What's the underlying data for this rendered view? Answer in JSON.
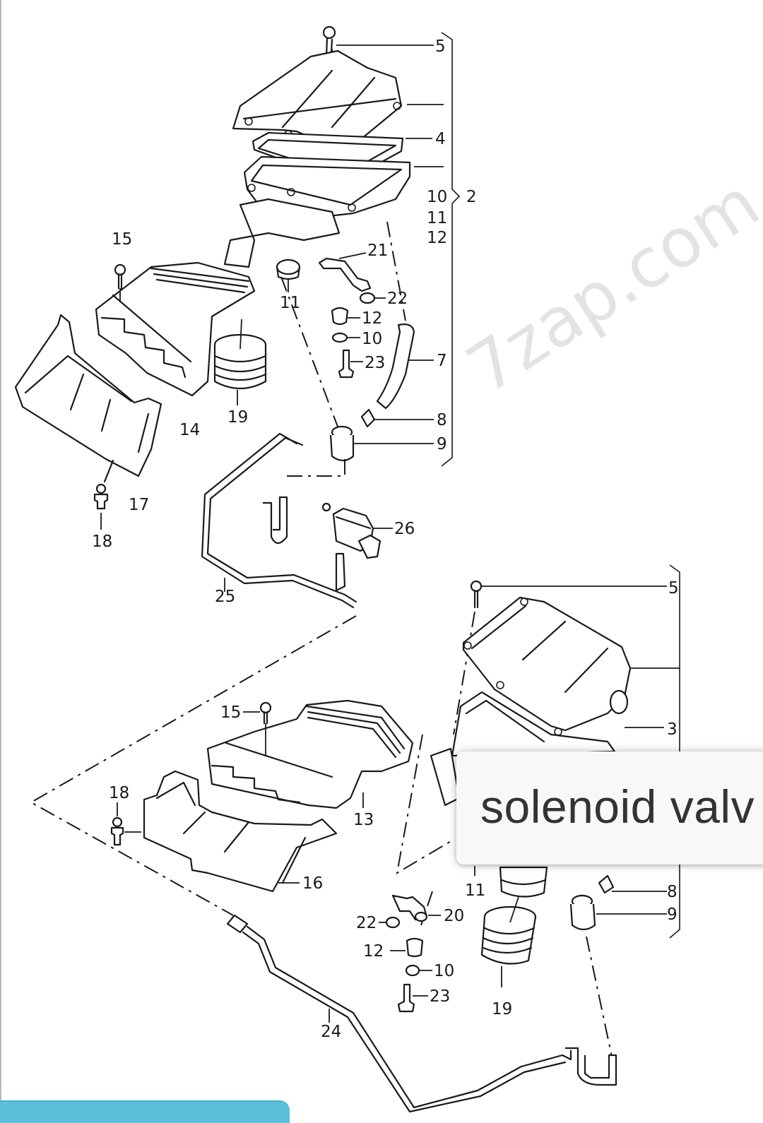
{
  "watermark": "7zap.com",
  "tooltip": {
    "text": "solenoid valv"
  },
  "colors": {
    "accent_bar": "#5bbfdc",
    "line": "#1a1a1a",
    "tooltip_bg": "#f8f8f8",
    "tooltip_text": "#333333"
  },
  "upper_assembly": {
    "labels": {
      "p5": "5",
      "p4": "4",
      "p10": "10",
      "p11": "11",
      "p12": "12",
      "p2": "2",
      "p15": "15",
      "p21": "21",
      "p11b": "11",
      "p22": "22",
      "p12b": "12",
      "p10b": "10",
      "p23": "23",
      "p7": "7",
      "p19": "19",
      "p14": "14",
      "p8": "8",
      "p9": "9",
      "p17": "17",
      "p18": "18",
      "p26": "26",
      "p25": "25"
    }
  },
  "lower_assembly": {
    "labels": {
      "p5": "5",
      "p3": "3",
      "p15": "15",
      "p13": "13",
      "p18": "18",
      "p16": "16",
      "p11": "11",
      "p8": "8",
      "p9": "9",
      "p22": "22",
      "p20": "20",
      "p12": "12",
      "p10": "10",
      "p23": "23",
      "p19": "19",
      "p24": "24"
    }
  }
}
